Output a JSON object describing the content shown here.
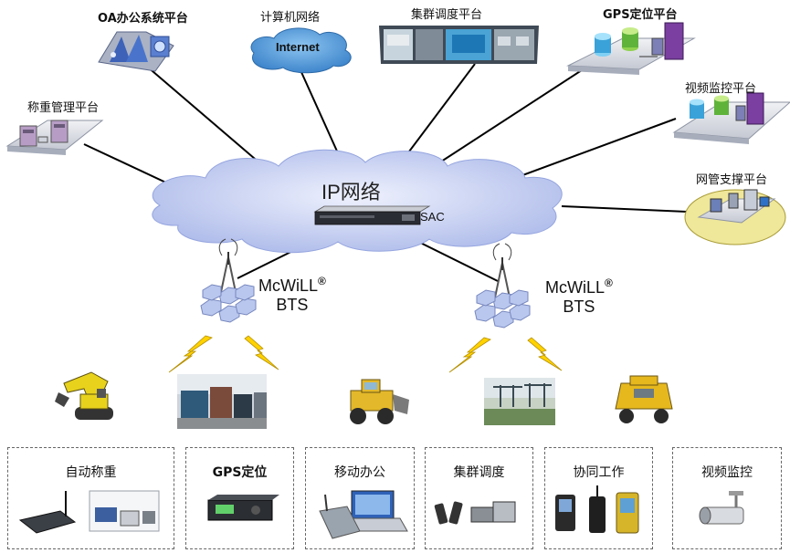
{
  "platforms": {
    "oa": "OA办公系统平台",
    "computer_network": "计算机网络",
    "cluster_dispatch": "集群调度平台",
    "gps_platform": "GPS定位平台",
    "weighing": "称重管理平台",
    "video_platform": "视频监控平台",
    "nms": "网管支撑平台"
  },
  "internet_label": "Internet",
  "ip_network_label": "IP网络",
  "sac_label": "SAC",
  "bts_left": {
    "name": "McWiLL",
    "mark": "®",
    "sub": "BTS"
  },
  "bts_right": {
    "name": "McWiLL",
    "mark": "®",
    "sub": "BTS"
  },
  "terminals": [
    {
      "label": "自动称重"
    },
    {
      "label": "GPS定位"
    },
    {
      "label": "移动办公"
    },
    {
      "label": "集群调度"
    },
    {
      "label": "协同工作"
    },
    {
      "label": "视频监控"
    }
  ],
  "colors": {
    "cloud": "#b8c4ee",
    "cloud_edge": "#8e9fdc",
    "internet_cloud": "#5f9fd8",
    "line": "#000000",
    "lightning": "#ffd200",
    "base_plate": "#dde0e6"
  }
}
